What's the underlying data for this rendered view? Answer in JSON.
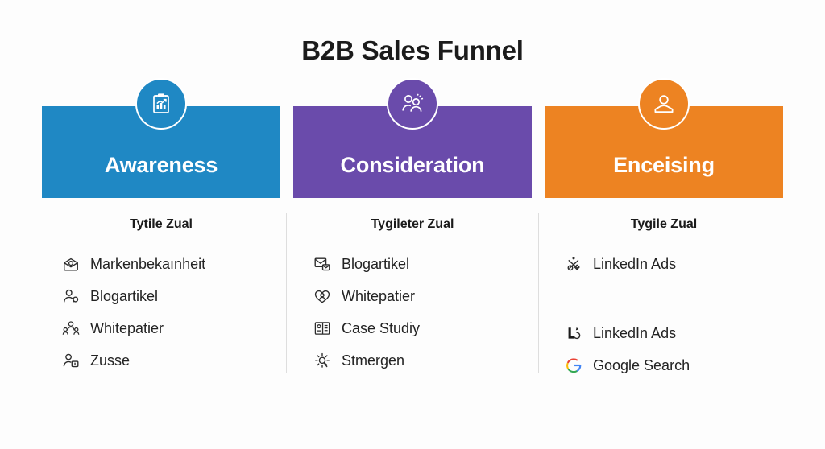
{
  "header": {
    "title": "B2B Sales Funnel"
  },
  "theme": {
    "background": "#fdfdfd",
    "title_color": "#1b1b1b",
    "text_color": "#232323",
    "divider_color": "#dedede"
  },
  "columns": [
    {
      "stage_label": "Awareness",
      "color": "#1f88c4",
      "badge_icon": "clipboard-chart-icon",
      "subtitle": "Tytile Zual",
      "items": [
        {
          "label": "Markenbekaınheit",
          "icon": "open-envelope-icon",
          "spacer_before": false
        },
        {
          "label": "Blogartikel",
          "icon": "person-add-icon",
          "spacer_before": false
        },
        {
          "label": "Whitepatier",
          "icon": "people-group-icon",
          "spacer_before": false
        },
        {
          "label": "Zusse",
          "icon": "person-badge-icon",
          "spacer_before": false
        }
      ]
    },
    {
      "stage_label": "Consideration",
      "color": "#6a4bab",
      "badge_icon": "two-people-sparkle-icon",
      "subtitle": "Tygileter Zual",
      "items": [
        {
          "label": "Blogartikel",
          "icon": "mail-envelope-icon",
          "spacer_before": false
        },
        {
          "label": "Whitepatier",
          "icon": "heart-person-icon",
          "spacer_before": false
        },
        {
          "label": "Case Studiy",
          "icon": "document-list-icon",
          "spacer_before": false
        },
        {
          "label": "Stmergen",
          "icon": "sun-brightness-icon",
          "spacer_before": false
        }
      ]
    },
    {
      "stage_label": "Enceising",
      "color": "#ed8322",
      "badge_icon": "person-card-icon",
      "subtitle": "Tygile Zual",
      "items": [
        {
          "label": "LinkedIn Ads",
          "icon": "scissors-target-icon",
          "spacer_before": false
        },
        {
          "label": "LinkedIn Ads",
          "icon": "linkedin-l-icon",
          "spacer_before": true
        },
        {
          "label": "Google Search",
          "icon": "google-g-icon",
          "spacer_before": false
        }
      ]
    }
  ]
}
